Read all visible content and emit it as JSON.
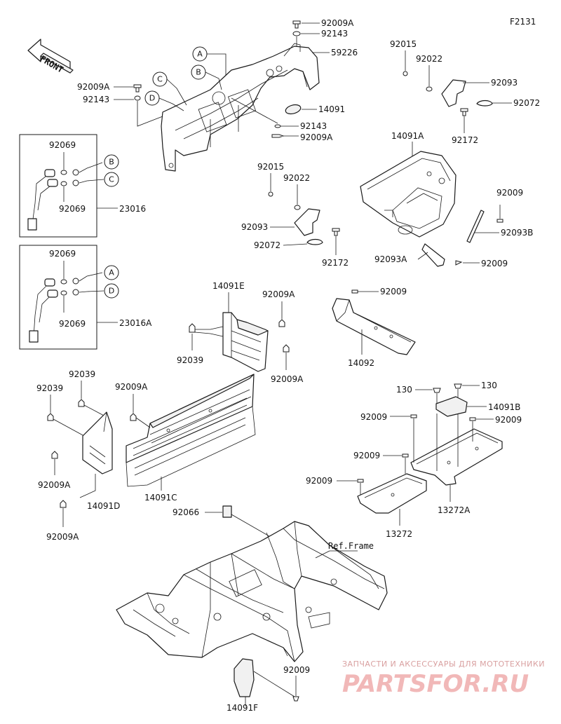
{
  "diagram_code": "F2131",
  "front_arrow_label": "FRONT",
  "ref_frame_label": "Ref.Frame",
  "watermark": {
    "line1": "ЗАПЧАСТИ И АКСЕССУАРЫ ДЛЯ МОТОТЕХНИКИ",
    "line2": "PARTSFOR.RU"
  },
  "callouts": [
    "A",
    "B",
    "C",
    "D"
  ],
  "box_callouts": {
    "b1": "B",
    "c1": "C",
    "a2": "A",
    "d2": "D"
  },
  "labels": {
    "l92009a_1": "92009A",
    "l92143_1": "92143",
    "l59226": "59226",
    "l92009a_2": "92009A",
    "l92143_2": "92143",
    "l14091": "14091",
    "l92143_3": "92143",
    "l92009a_3": "92009A",
    "l92015_1": "92015",
    "l92022_1": "92022",
    "l92093_1": "92093",
    "l92072_1": "92072",
    "l92172_1": "92172",
    "l14091a": "14091A",
    "l92009_1": "92009",
    "l92093b": "92093B",
    "l92093a": "92093A",
    "l92009_2": "92009",
    "l92015_2": "92015",
    "l92022_2": "92022",
    "l92093_2": "92093",
    "l92072_2": "92072",
    "l92172_2": "92172",
    "l92069_1": "92069",
    "l92069_2": "92069",
    "l23016": "23016",
    "l92069_3": "92069",
    "l92069_4": "92069",
    "l23016a": "23016A",
    "l14091e": "14091E",
    "l92009a_4": "92009A",
    "l92039_1": "92039",
    "l92009a_5": "92009A",
    "l92009_3": "92009",
    "l14092": "14092",
    "l92039_2": "92039",
    "l92039_3": "92039",
    "l92009a_6": "92009A",
    "l92009a_7": "92009A",
    "l14091d": "14091D",
    "l14091c": "14091C",
    "l92009a_8": "92009A",
    "l130_1": "130",
    "l130_2": "130",
    "l14091b": "14091B",
    "l92009_4": "92009",
    "l92009_5": "92009",
    "l92009_6": "92009",
    "l92009_7": "92009",
    "l13272a": "13272A",
    "l13272": "13272",
    "l92066": "92066",
    "l92009_8": "92009",
    "l14091f": "14091F"
  }
}
